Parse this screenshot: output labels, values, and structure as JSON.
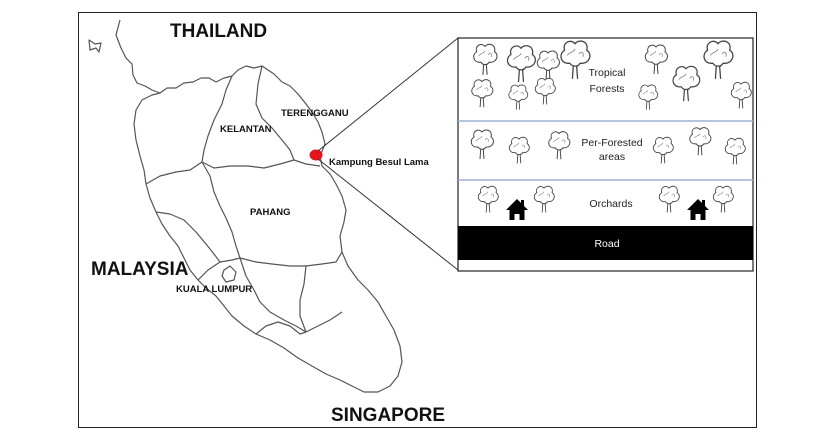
{
  "map": {
    "countries": {
      "thailand": "THAILAND",
      "malaysia": "MALAYSIA",
      "singapore": "SINGAPORE"
    },
    "states": {
      "kelantan": "KELANTAN",
      "terengganu": "TERENGGANU",
      "pahang": "PAHANG",
      "kuala_lumpur": "KUALA LUMPUR"
    },
    "study_site": {
      "label": "Kampung Besul Lama",
      "marker_color": "#e8141b"
    }
  },
  "inset": {
    "zones": {
      "tropical_line1": "Tropical",
      "tropical_line2": "Forests",
      "preforested_line1": "Per-Forested",
      "preforested_line2": "areas",
      "orchards": "Orchards",
      "road": "Road"
    },
    "divider_color": "#9bb3d4",
    "road_color": "#000000",
    "icons": [
      "tree-icon",
      "house-icon"
    ]
  }
}
